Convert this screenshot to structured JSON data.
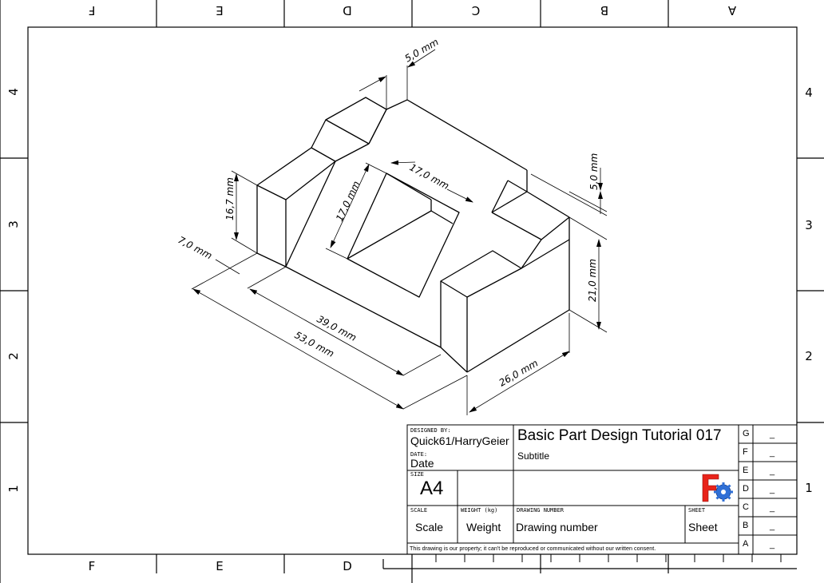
{
  "zones": {
    "columns": [
      "F",
      "E",
      "D",
      "C",
      "B",
      "A"
    ],
    "rows": [
      "4",
      "3",
      "2",
      "1"
    ]
  },
  "dimensions": {
    "d_5_top": "5,0 mm",
    "d_17_top": "17,0 mm",
    "d_5_right": "5,0 mm",
    "d_16_7": "16,7 mm",
    "d_17_left": "17,0 mm",
    "d_7": "7,0 mm",
    "d_21": "21,0 mm",
    "d_39": "39,0 mm",
    "d_53": "53,0 mm",
    "d_26": "26,0 mm"
  },
  "title_block": {
    "designed_by_label": "DESIGNED BY:",
    "designed_by": "Quick61/HarryGeier",
    "date_label": "DATE:",
    "date": "Date",
    "size_label": "SIZE",
    "size": "A4",
    "title": "Basic Part Design Tutorial 017",
    "subtitle": "Subtitle",
    "scale_label": "SCALE",
    "scale": "Scale",
    "weight_label": "WEIGHT (kg)",
    "weight": "Weight",
    "drawing_number_label": "DRAWING NUMBER",
    "drawing_number": "Drawing number",
    "sheet_label": "SHEET",
    "sheet": "Sheet",
    "disclaimer": "This drawing is our property; it can't be reproduced or communicated without our written consent.",
    "revisions": [
      {
        "letter": "G",
        "value": "_"
      },
      {
        "letter": "F",
        "value": "_"
      },
      {
        "letter": "E",
        "value": "_"
      },
      {
        "letter": "D",
        "value": "_"
      },
      {
        "letter": "C",
        "value": "_"
      },
      {
        "letter": "B",
        "value": "_"
      },
      {
        "letter": "A",
        "value": "_"
      }
    ]
  },
  "logo": {
    "icon": "freecad-logo-icon",
    "colors": [
      "#e8231a",
      "#2f6fd6"
    ]
  }
}
